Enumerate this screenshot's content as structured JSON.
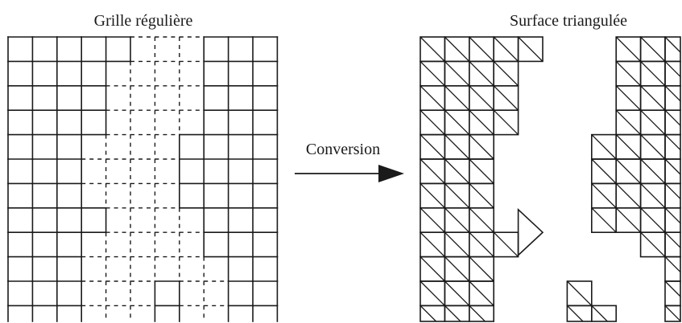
{
  "left_title": "Grille régulière",
  "right_title": "Surface triangulée",
  "arrow_label": "Conversion",
  "colors": {
    "ink": "#1a1a1a",
    "background": "#ffffff"
  }
}
